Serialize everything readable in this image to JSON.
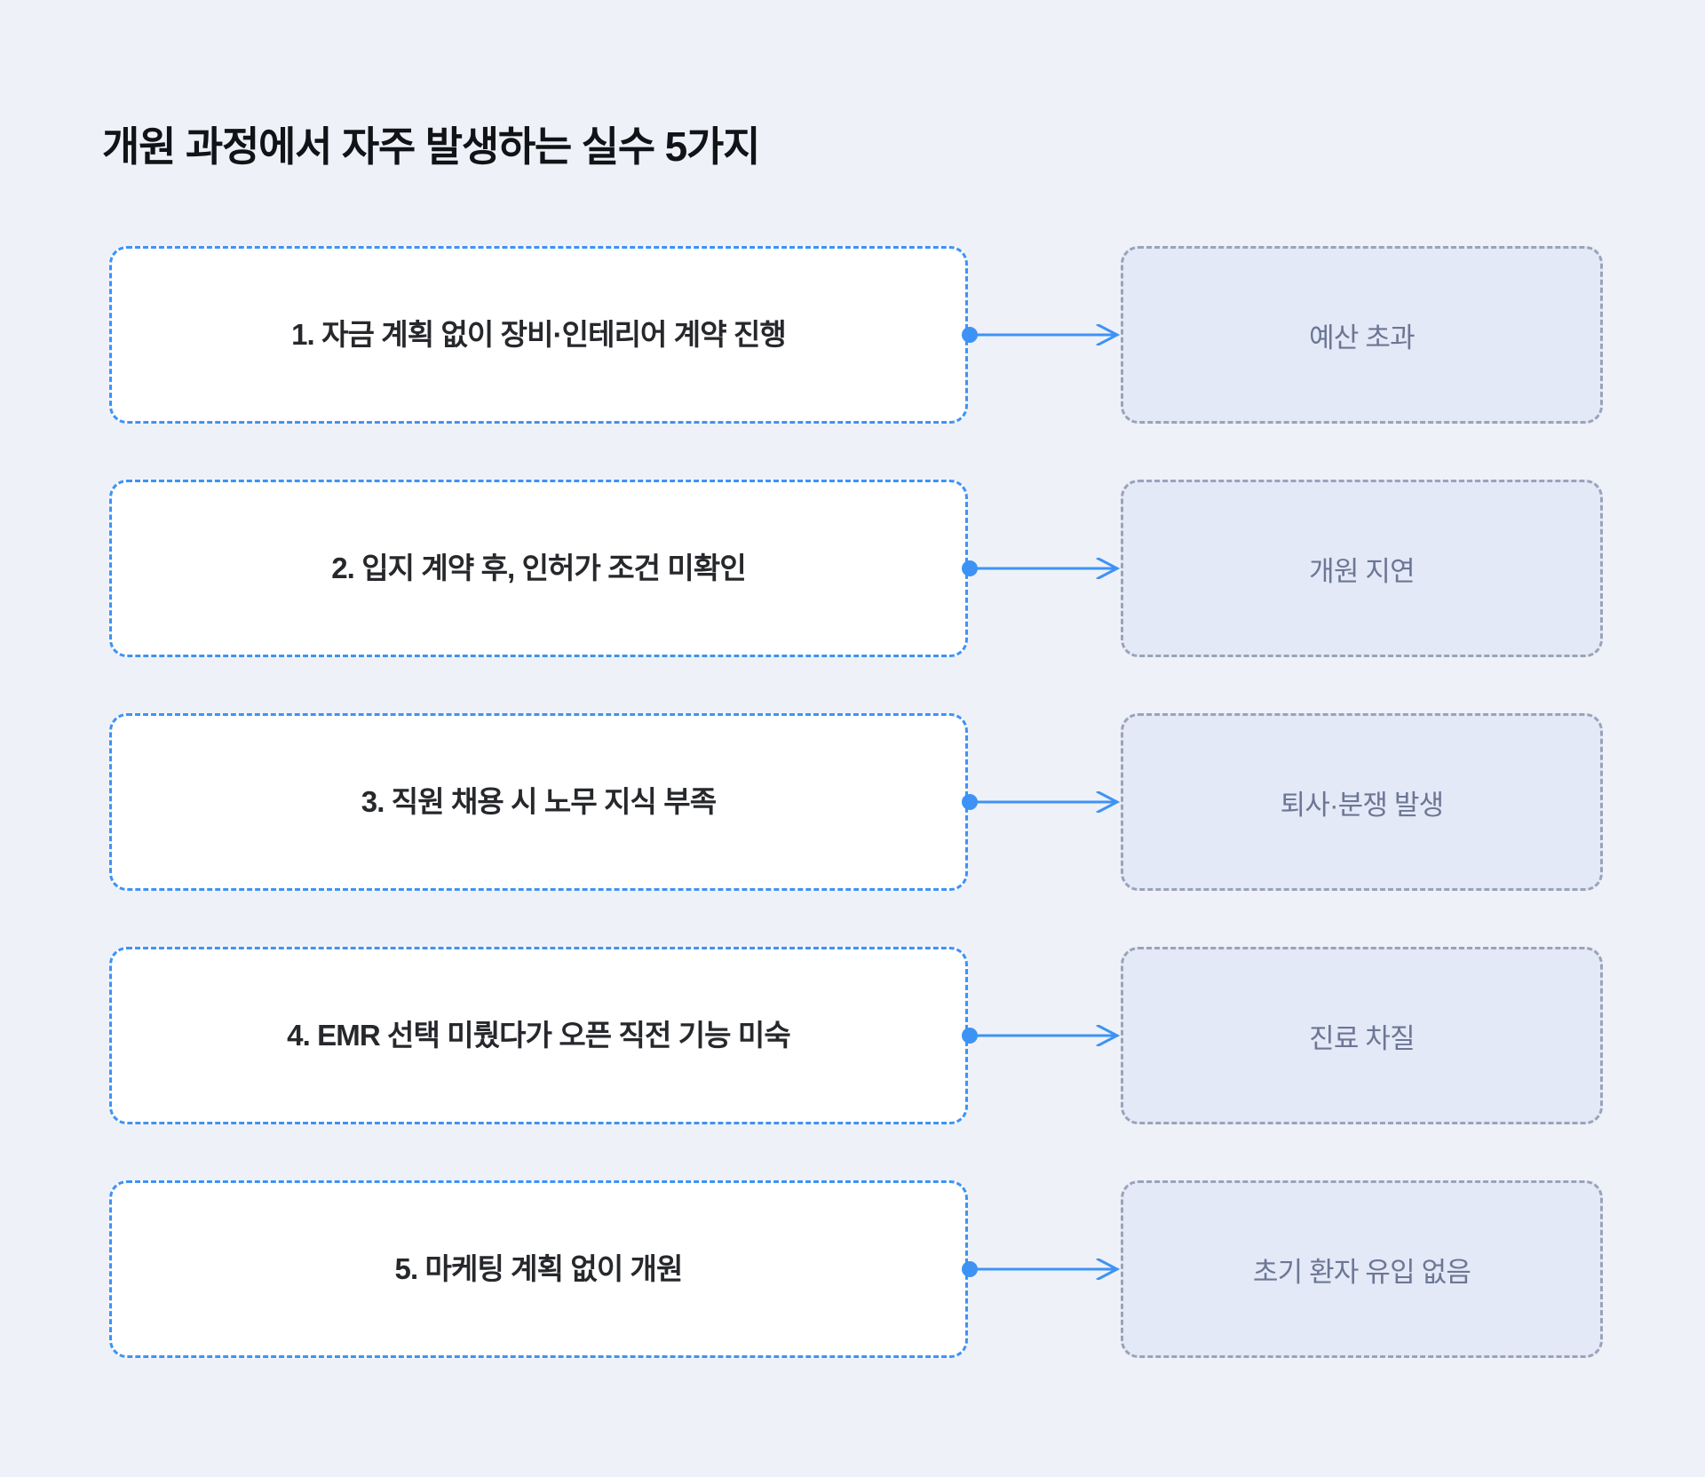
{
  "page": {
    "background_color": "#eff1f8",
    "title": "개원 과정에서 자주 발생하는 실수 5가지"
  },
  "theme": {
    "card_background": "#ffffff",
    "card_border_color": "#3d93f5",
    "badge_background": "#e3e9f7",
    "badge_border_color": "#9aa3b8",
    "badge_text_color": "#6d7694",
    "connector_color": "#3d93f5",
    "title_color": "#111317",
    "card_text_color": "#26282c"
  },
  "diagram_data": {
    "type": "flow-pairs",
    "direction": "left-to-right",
    "connector_style": "dot-line-arrow",
    "rows": [
      {
        "index": "1",
        "mistake": "1. 자금 계획 없이 장비·인테리어 계약 진행",
        "impact": "예산 초과"
      },
      {
        "index": "2",
        "mistake": "2. 입지 계약 후, 인허가 조건 미확인",
        "impact": "개원 지연"
      },
      {
        "index": "3",
        "mistake": "3. 직원 채용 시 노무 지식 부족",
        "impact": "퇴사·분쟁 발생"
      },
      {
        "index": "4",
        "mistake": "4. EMR 선택 미뤘다가 오픈 직전 기능 미숙",
        "impact": "진료 차질"
      },
      {
        "index": "5",
        "mistake": "5. 마케팅 계획 없이 개원",
        "impact": "초기 환자 유입 없음"
      }
    ]
  }
}
